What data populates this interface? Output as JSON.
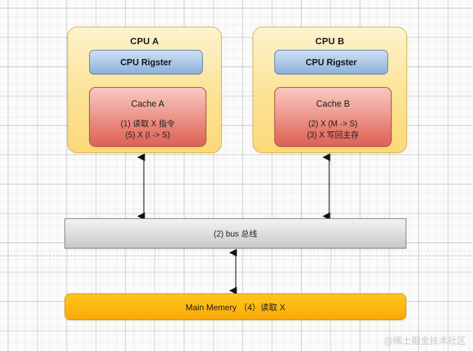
{
  "diagram": {
    "title": "MESI cache coherence diagram",
    "colors": {
      "cpu_box_fill": "#fbd978",
      "cpu_box_border": "#d6b24a",
      "register_fill": "#8cb0da",
      "register_border": "#5a7fb0",
      "cache_fill": "#dd6257",
      "cache_border": "#b1453d",
      "bus_fill": "#c8c8c8",
      "bus_border": "#808080",
      "memory_fill": "#ffbb12",
      "memory_border": "#e09406",
      "arrow_color": "#000000",
      "grid_line": "#e0e0e0",
      "watermark": "#c9c9c9"
    },
    "cpus": [
      {
        "id": "cpu-a",
        "title": "CPU A",
        "register_label": "CPU Rigster",
        "cache_title": "Cache A",
        "cache_lines": [
          "(1) 读取 X 指令",
          "(5) X (I -> S)"
        ]
      },
      {
        "id": "cpu-b",
        "title": "CPU B",
        "register_label": "CPU Rigster",
        "cache_title": "Cache B",
        "cache_lines": [
          "(2) X (M -> S)",
          "(3) X 写回主存"
        ]
      }
    ],
    "bus": {
      "label": "(2) bus 总线"
    },
    "memory": {
      "label": "Main Memery （4）读取 X"
    },
    "connectors": [
      {
        "id": "cpu-a-to-bus",
        "name": "cpu-a-bus-arrow",
        "direction": "both"
      },
      {
        "id": "cpu-b-to-bus",
        "name": "cpu-b-bus-arrow",
        "direction": "both"
      },
      {
        "id": "bus-to-memory",
        "name": "bus-memory-arrow",
        "direction": "both"
      }
    ],
    "watermark": "@稀土掘金技术社区"
  }
}
